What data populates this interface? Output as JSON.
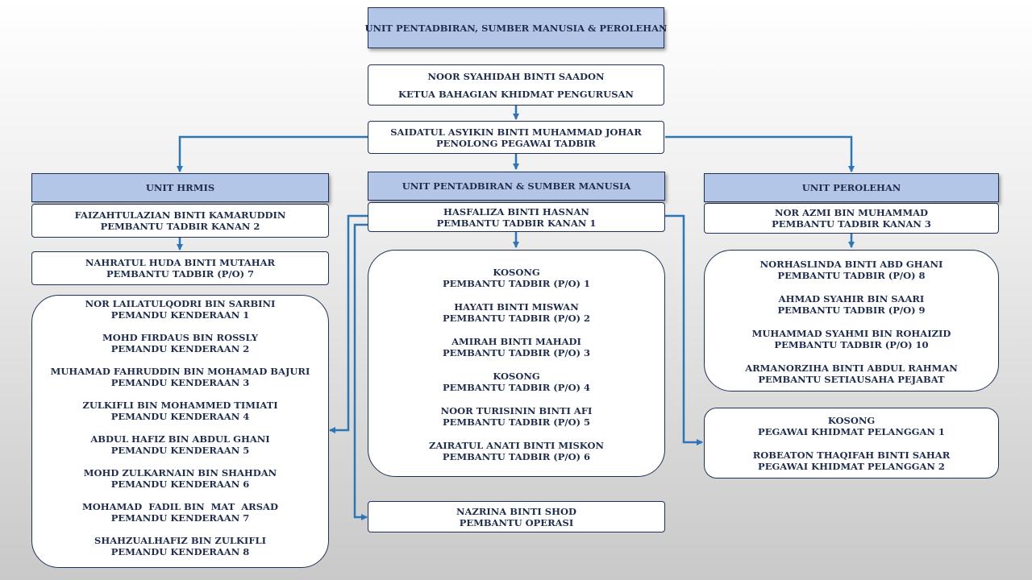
{
  "colors": {
    "header_fill": "#b4c6e7",
    "border": "#1f3256",
    "connector": "#2e75b6",
    "text": "#1f2d4d"
  },
  "top": {
    "title": "UNIT PENTADBIRAN, SUMBER MANUSIA & PEROLEHAN"
  },
  "head": {
    "name": "NOOR SYAHIDAH BINTI SAADON",
    "role": "KETUA BAHAGIAN KHIDMAT PENGURUSAN"
  },
  "assistant": {
    "name": "SAIDATUL ASYIKIN BINTI MUHAMMAD JOHAR",
    "role": "PENOLONG PEGAWAI TADBIR"
  },
  "hrmis": {
    "title": "UNIT HRMIS",
    "lead": {
      "name": "FAIZAHTULAZIAN BINTI KAMARUDDIN",
      "role": "PEMBANTU TADBIR KANAN 2"
    },
    "sub": {
      "name": "NAHRATUL HUDA BINTI MUTAHAR",
      "role": "PEMBANTU TADBIR (P/O) 7"
    },
    "drivers": [
      {
        "name": "NOR LAILATULQODRI BIN SARBINI",
        "role": "PEMANDU KENDERAAN 1"
      },
      {
        "name": "MOHD FIRDAUS BIN ROSSLY",
        "role": "PEMANDU KENDERAAN 2"
      },
      {
        "name": "MUHAMAD FAHRUDDIN BIN MOHAMAD BAJURI",
        "role": "PEMANDU KENDERAAN 3"
      },
      {
        "name": "ZULKIFLI BIN MOHAMMED TIMIATI",
        "role": "PEMANDU KENDERAAN 4"
      },
      {
        "name": "ABDUL HAFIZ BIN ABDUL GHANI",
        "role": "PEMANDU KENDERAAN 5"
      },
      {
        "name": "MOHD ZULKARNAIN BIN SHAHDAN",
        "role": "PEMANDU KENDERAAN 6"
      },
      {
        "name": "MOHAMAD  FADIL BIN  MAT  ARSAD",
        "role": "PEMANDU KENDERAAN 7"
      },
      {
        "name": "SHAHZUALHAFIZ BIN ZULKIFLI",
        "role": "PEMANDU KENDERAAN 8"
      }
    ]
  },
  "admin": {
    "title": "UNIT PENTADBIRAN & SUMBER MANUSIA",
    "lead": {
      "name": "HASFALIZA BINTI HASNAN",
      "role": "PEMBANTU TADBIR KANAN 1"
    },
    "staff": [
      {
        "name": "KOSONG",
        "role": "PEMBANTU TADBIR (P/O) 1"
      },
      {
        "name": "HAYATI BINTI MISWAN",
        "role": "PEMBANTU TADBIR (P/O) 2"
      },
      {
        "name": "AMIRAH BINTI MAHADI",
        "role": "PEMBANTU TADBIR (P/O) 3"
      },
      {
        "name": "KOSONG",
        "role": "PEMBANTU TADBIR (P/O) 4"
      },
      {
        "name": "NOOR TURISININ BINTI AFI",
        "role": "PEMBANTU TADBIR (P/O) 5"
      },
      {
        "name": "ZAIRATUL ANATI BINTI MISKON",
        "role": "PEMBANTU TADBIR (P/O) 6"
      }
    ],
    "ops": {
      "name": "NAZRINA BINTI SHOD",
      "role": "PEMBANTU OPERASI"
    }
  },
  "procurement": {
    "title": "UNIT PEROLEHAN",
    "lead": {
      "name": "NOR AZMI BIN MUHAMMAD",
      "role": "PEMBANTU TADBIR KANAN 3"
    },
    "staff": [
      {
        "name": "NORHASLINDA BINTI ABD GHANI",
        "role": "PEMBANTU TADBIR (P/O) 8"
      },
      {
        "name": "AHMAD SYAHIR BIN SAARI",
        "role": "PEMBANTU TADBIR (P/O) 9"
      },
      {
        "name": "MUHAMMAD SYAHMI BIN ROHAIZID",
        "role": "PEMBANTU TADBIR (P/O) 10"
      },
      {
        "name": "ARMANORZIHA BINTI ABDUL RAHMAN",
        "role": "PEMBANTU SETIAUSAHA PEJABAT"
      }
    ],
    "service": [
      {
        "name": "KOSONG",
        "role": "PEGAWAI KHIDMAT PELANGGAN 1"
      },
      {
        "name": "ROBEATON THAQIFAH BINTI SAHAR",
        "role": "PEGAWAI KHIDMAT PELANGGAN 2"
      }
    ]
  }
}
